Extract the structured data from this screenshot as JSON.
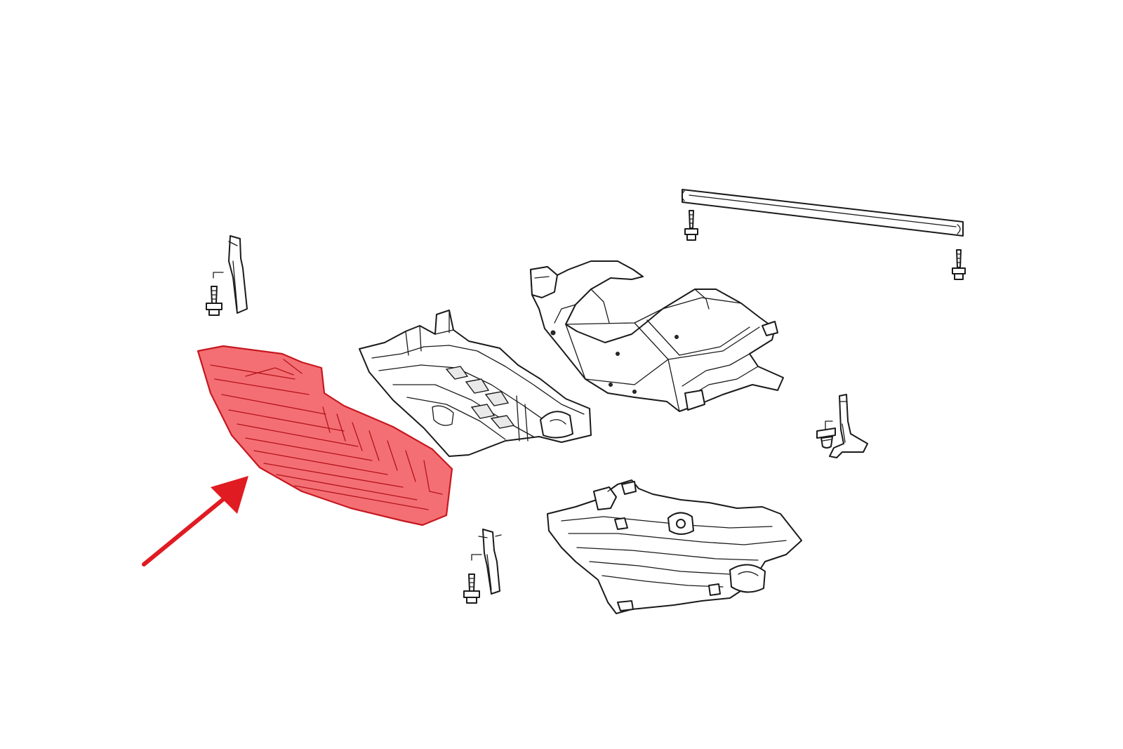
{
  "colors": {
    "background": "#ffffff",
    "line": "#1a1a1a",
    "highlight_fill": "#f46f73",
    "highlight_stroke": "#c7171f",
    "arrow": "#e01b22"
  },
  "highlighted_part": "front-underbody-shield",
  "parts": [
    "front-underbody-shield",
    "bracket-left",
    "bolt-left",
    "front-skid-plate",
    "engine-splash-shield",
    "cross-brace-bar",
    "bolt-brace-left",
    "bolt-brace-right",
    "bracket-right",
    "clip-right",
    "rear-underbody-shield",
    "bracket-lower",
    "bolt-lower"
  ]
}
